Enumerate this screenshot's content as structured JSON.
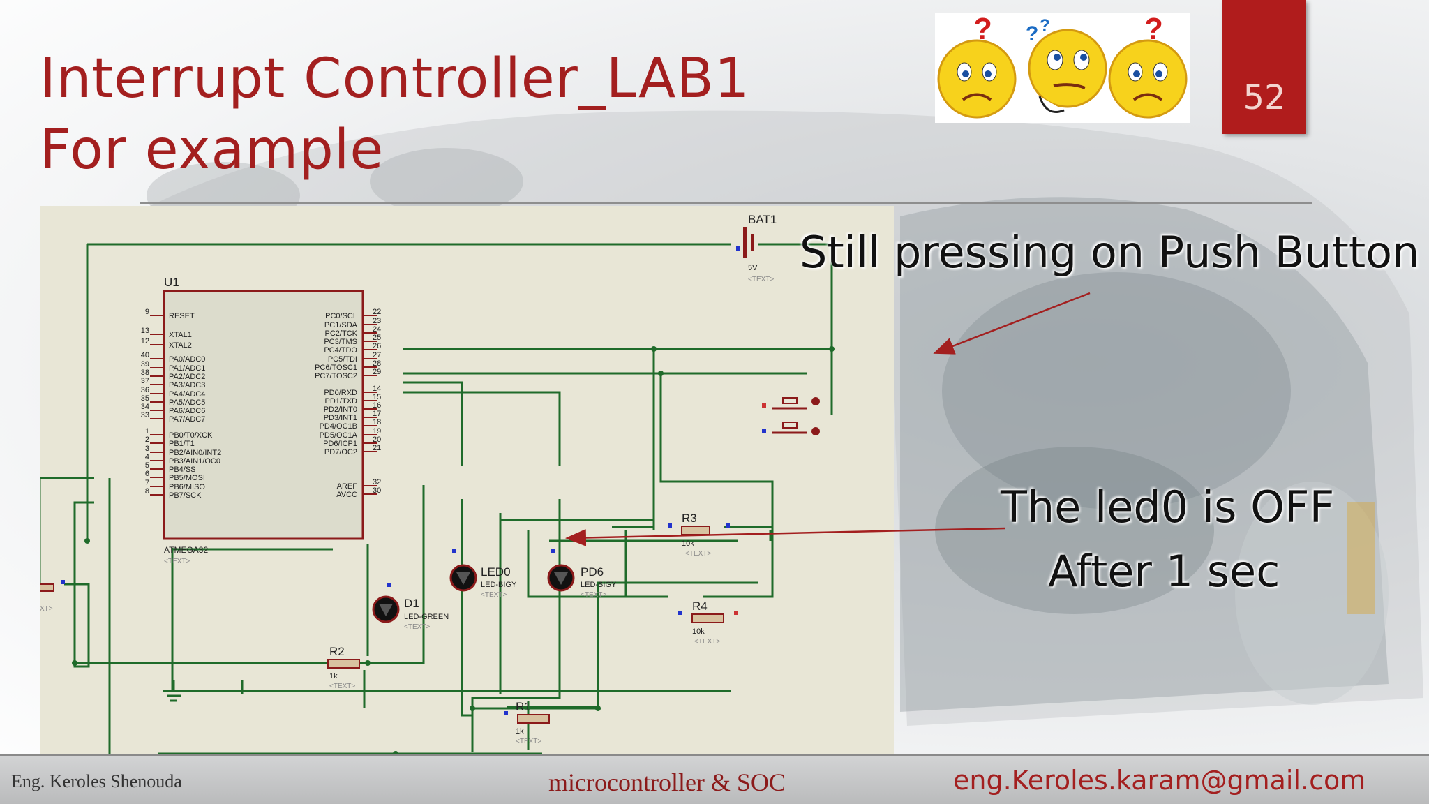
{
  "slide": {
    "title_line1": "Interrupt Controller_LAB1",
    "title_line2": "For example",
    "page_number": "52"
  },
  "callouts": {
    "push_button": "Still pressing on Push Button",
    "led_line1": "The led0 is OFF",
    "led_line2": "After 1 sec"
  },
  "footer": {
    "author": "Eng. Keroles Shenouda",
    "course": "microcontroller & SOC",
    "email": "eng.Keroles.karam@gmail.com"
  },
  "schematic": {
    "chip": {
      "ref": "U1",
      "part": "ATMEGA32",
      "text_tag": "<TEXT>",
      "left_pins": [
        {
          "num": "9",
          "name": "RESET"
        },
        {
          "num": "13",
          "name": "XTAL1"
        },
        {
          "num": "12",
          "name": "XTAL2"
        },
        {
          "num": "40",
          "name": "PA0/ADC0"
        },
        {
          "num": "39",
          "name": "PA1/ADC1"
        },
        {
          "num": "38",
          "name": "PA2/ADC2"
        },
        {
          "num": "37",
          "name": "PA3/ADC3"
        },
        {
          "num": "36",
          "name": "PA4/ADC4"
        },
        {
          "num": "35",
          "name": "PA5/ADC5"
        },
        {
          "num": "34",
          "name": "PA6/ADC6"
        },
        {
          "num": "33",
          "name": "PA7/ADC7"
        },
        {
          "num": "1",
          "name": "PB0/T0/XCK"
        },
        {
          "num": "2",
          "name": "PB1/T1"
        },
        {
          "num": "3",
          "name": "PB2/AIN0/INT2"
        },
        {
          "num": "4",
          "name": "PB3/AIN1/OC0"
        },
        {
          "num": "5",
          "name": "PB4/SS"
        },
        {
          "num": "6",
          "name": "PB5/MOSI"
        },
        {
          "num": "7",
          "name": "PB6/MISO"
        },
        {
          "num": "8",
          "name": "PB7/SCK"
        }
      ],
      "right_pins": [
        {
          "num": "22",
          "name": "PC0/SCL"
        },
        {
          "num": "23",
          "name": "PC1/SDA"
        },
        {
          "num": "24",
          "name": "PC2/TCK"
        },
        {
          "num": "25",
          "name": "PC3/TMS"
        },
        {
          "num": "26",
          "name": "PC4/TDO"
        },
        {
          "num": "27",
          "name": "PC5/TDI"
        },
        {
          "num": "28",
          "name": "PC6/TOSC1"
        },
        {
          "num": "29",
          "name": "PC7/TOSC2"
        },
        {
          "num": "14",
          "name": "PD0/RXD"
        },
        {
          "num": "15",
          "name": "PD1/TXD"
        },
        {
          "num": "16",
          "name": "PD2/INT0"
        },
        {
          "num": "17",
          "name": "PD3/INT1"
        },
        {
          "num": "18",
          "name": "PD4/OC1B"
        },
        {
          "num": "19",
          "name": "PD5/OC1A"
        },
        {
          "num": "20",
          "name": "PD6/ICP1"
        },
        {
          "num": "21",
          "name": "PD7/OC2"
        },
        {
          "num": "32",
          "name": "AREF"
        },
        {
          "num": "30",
          "name": "AVCC"
        }
      ]
    },
    "battery": {
      "ref": "BAT1",
      "value": "5V",
      "text_tag": "<TEXT>"
    },
    "leds": [
      {
        "ref": "LED0",
        "part": "LED-BIGY",
        "text_tag": "<TEXT>"
      },
      {
        "ref": "PD6",
        "part": "LED-BIGY",
        "text_tag": "<TEXT>"
      },
      {
        "ref": "D1",
        "part": "LED-GREEN",
        "text_tag": "<TEXT>"
      }
    ],
    "resistors": [
      {
        "ref": "R3",
        "value": "10k",
        "text_tag": "<TEXT>"
      },
      {
        "ref": "R4",
        "value": "10k",
        "text_tag": "<TEXT>"
      },
      {
        "ref": "R2",
        "value": "1k",
        "text_tag": "<TEXT>"
      },
      {
        "ref": "R1",
        "value": "1k",
        "text_tag": "<TEXT>"
      }
    ],
    "edge_label": "XT>"
  },
  "colors": {
    "title": "#a31f1f",
    "page_tab": "#b01c1c",
    "wire": "#1f6b2a",
    "component": "#8b1a1a",
    "schematic_bg": "#e8e6d6"
  }
}
